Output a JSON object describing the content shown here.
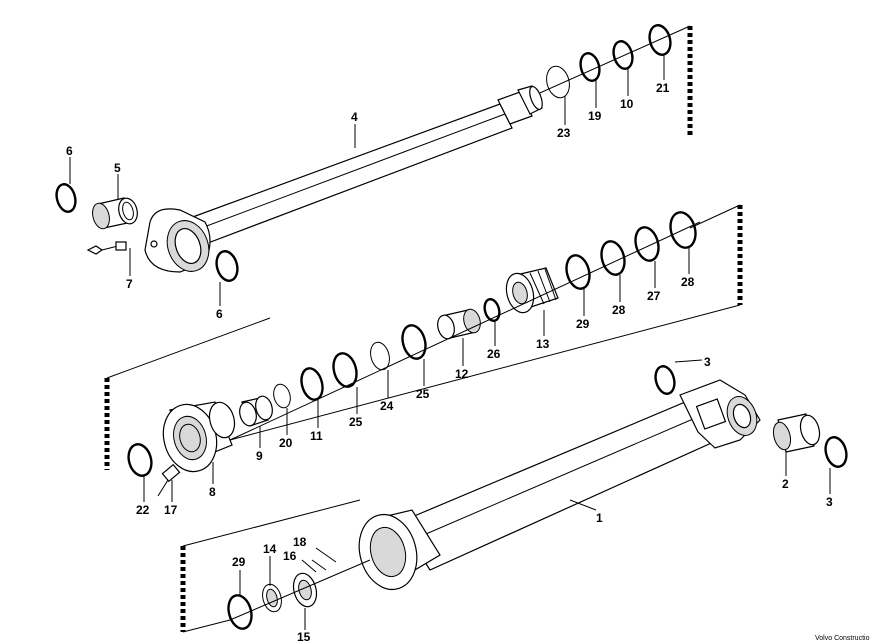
{
  "labels": {
    "p1": "1",
    "p2": "2",
    "p3a": "3",
    "p3b": "3",
    "p4": "4",
    "p5": "5",
    "p6a": "6",
    "p6b": "6",
    "p7": "7",
    "p8": "8",
    "p9": "9",
    "p10": "10",
    "p11": "11",
    "p12": "12",
    "p13": "13",
    "p14": "14",
    "p15": "15",
    "p16": "16",
    "p17": "17",
    "p18": "18",
    "p19": "19",
    "p20": "20",
    "p21": "21",
    "p22": "22",
    "p23": "23",
    "p24": "24",
    "p25a": "25",
    "p25b": "25",
    "p26": "26",
    "p27": "27",
    "p28a": "28",
    "p28b": "28",
    "p29a": "29",
    "p29b": "29"
  },
  "credit": "Volvo Constructio"
}
